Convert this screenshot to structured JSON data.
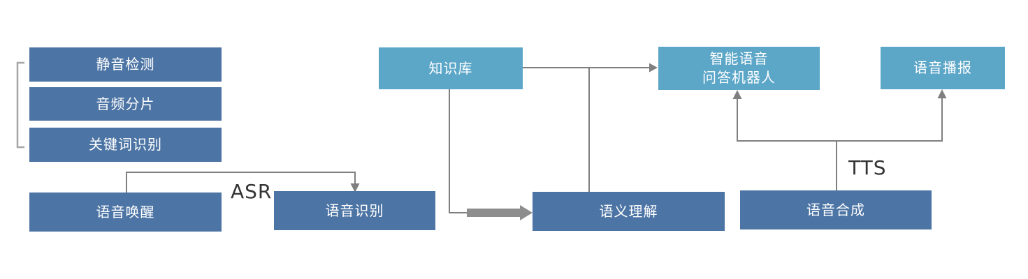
{
  "diagram": {
    "title_hint": "speech-ai-pipeline-flow-diagram",
    "nodes": {
      "silence_detection": "静音检测",
      "audio_segmentation": "音频分片",
      "keyword_recognition": "关键词识别",
      "voice_wakeup": "语音唤醒",
      "speech_recognition": "语音识别",
      "knowledge_base": "知识库",
      "semantic_understanding": "语义理解",
      "qa_robot_line1": "智能语音",
      "qa_robot_line2": "问答机器人",
      "voice_broadcast": "语音播报",
      "speech_synthesis": "语音合成"
    },
    "edge_labels": {
      "asr": "ASR",
      "tts": "TTS"
    },
    "groups": [
      {
        "name": "front-end-processing-bracket",
        "items": [
          "静音检测",
          "音频分片",
          "关键词识别"
        ]
      }
    ],
    "edges": [
      {
        "from": "语音唤醒",
        "to": "语音识别",
        "label": "ASR",
        "style": "thin-elbow-arrow"
      },
      {
        "from": "知识库",
        "to": "智能语音问答机器人",
        "label": "",
        "style": "thin-arrow"
      },
      {
        "from": "语义理解",
        "to": "智能语音问答机器人",
        "label": "",
        "style": "thin-branch-joining-knowledge-arrow"
      },
      {
        "from": "知识库",
        "to": "语义理解",
        "label": "",
        "style": "thick-block-arrow"
      },
      {
        "from": "语音合成",
        "to": "智能语音问答机器人",
        "label": "TTS",
        "style": "thin-tree-arrow"
      },
      {
        "from": "语音合成",
        "to": "语音播报",
        "label": "TTS",
        "style": "thin-tree-arrow"
      }
    ],
    "colors": {
      "dark_box": "#4c74a4",
      "light_box": "#5ca6c8",
      "box_text": "#ffffff",
      "connector_gray": "#7f7f7f",
      "thick_arrow_gray": "#8d8d8d",
      "bracket_gray": "#a6a6a6",
      "edge_label_text": "#333333",
      "background": "#ffffff"
    }
  }
}
